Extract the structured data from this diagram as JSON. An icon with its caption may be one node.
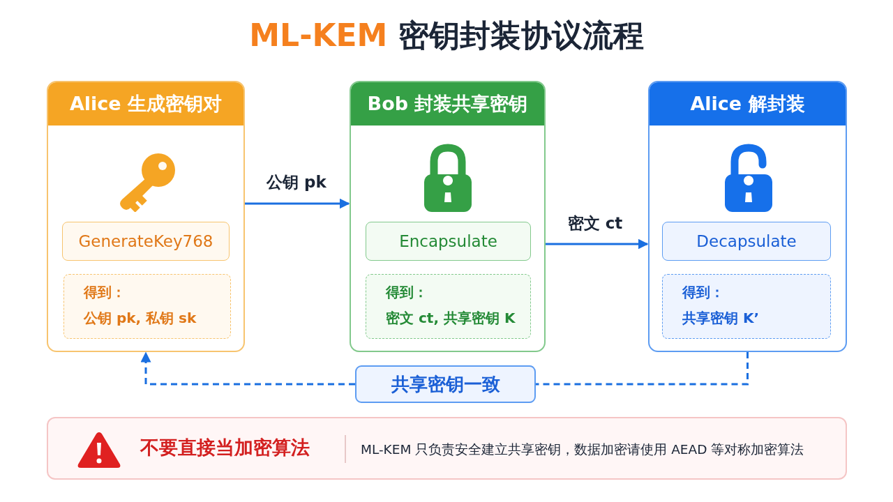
{
  "diagram": {
    "title": "ML-KEM 密钥封装协议流程",
    "nodes": [
      {
        "text": [
          "Alice 生成密钥对"
        ]
      },
      {
        "text": [
          "GenerateKey768"
        ],
        "in": 0
      },
      {
        "text": [
          "得到：",
          "公钥 pk, 私钥 sk"
        ],
        "in": 0
      },
      {
        "text": [
          "Bob 封装共享密钥"
        ]
      },
      {
        "text": [
          "Encapsulate"
        ],
        "in": 3
      },
      {
        "text": [
          "得到：",
          "密文 ct, 共享密钥 K"
        ],
        "in": 3
      },
      {
        "text": [
          "Alice 解封装"
        ]
      },
      {
        "text": [
          "Decapsulate"
        ],
        "in": 6
      },
      {
        "text": [
          "得到：",
          "共享密钥 K’"
        ],
        "in": 6
      },
      {
        "text": [
          "共享密钥一致"
        ]
      },
      {
        "text": [
          "不要直接当加密算法",
          "ML-KEM 只负责安全建立共享密钥，数据加密请使用 AEAD 等对称加密算法"
        ]
      }
    ],
    "edges": [
      {
        "from": 0,
        "to": 3,
        "arrow": "to",
        "label": "公钥 pk"
      },
      {
        "from": 3,
        "to": 6,
        "arrow": "to",
        "label": "密文 ct"
      },
      {
        "from": 6,
        "to": 9,
        "arrow": "none",
        "style": "dashed"
      },
      {
        "from": 9,
        "to": 0,
        "arrow": "to",
        "style": "dashed"
      }
    ]
  }
}
